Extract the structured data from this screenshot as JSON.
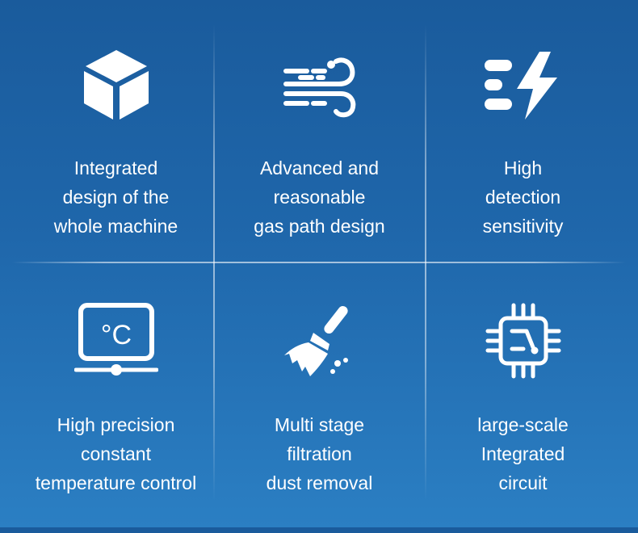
{
  "features": [
    {
      "icon": "cube-icon",
      "lines": [
        "Integrated",
        "design of the",
        "whole machine"
      ]
    },
    {
      "icon": "wind-icon",
      "lines": [
        "Advanced and",
        "reasonable",
        "gas path design"
      ]
    },
    {
      "icon": "lightning-icon",
      "lines": [
        "High",
        "detection",
        "sensitivity"
      ]
    },
    {
      "icon": "thermometer-monitor-icon",
      "lines": [
        "High precision",
        "constant",
        "temperature control"
      ],
      "icon_text": "°C"
    },
    {
      "icon": "broom-icon",
      "lines": [
        "Multi stage",
        "filtration",
        "dust removal"
      ]
    },
    {
      "icon": "chip-icon",
      "lines": [
        "large-scale",
        "Integrated",
        "circuit"
      ]
    }
  ]
}
